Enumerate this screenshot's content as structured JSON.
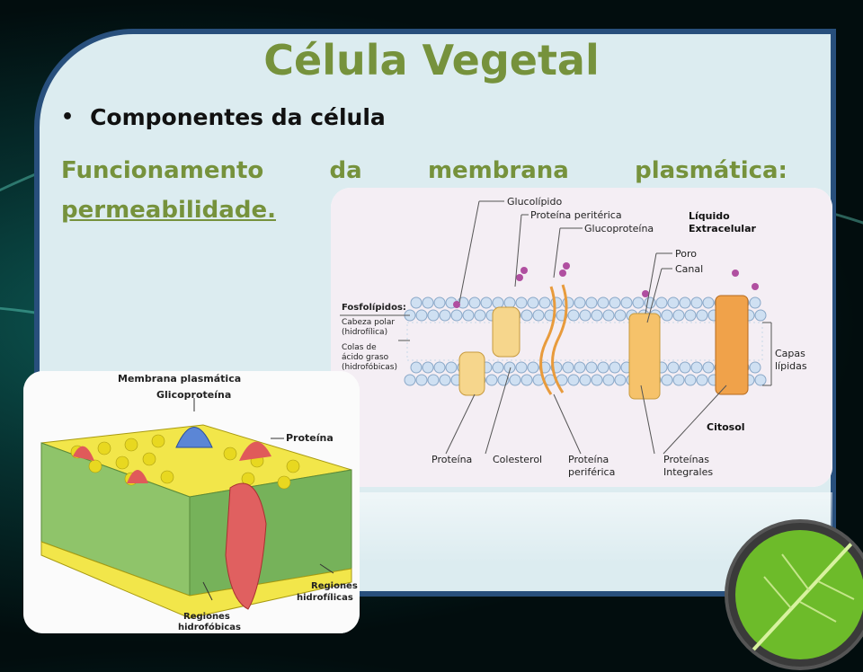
{
  "slide": {
    "title": "Célula Vegetal",
    "bullet": "Componentes da célula",
    "subtitle_words": [
      "Funcionamento",
      "da",
      "membrana",
      "plasmática:"
    ],
    "subtitle_link": "permeabilidade."
  },
  "diagram_a": {
    "glucolipido": "Glucolípido",
    "proteina_periferica_top": "Proteína peritérica",
    "glucoproteina": "Glucoproteína",
    "liquido": "Líquido",
    "extracelular": "Extracelular",
    "poro": "Poro",
    "canal": "Canal",
    "fosfolipidos": "Fosfolípidos:",
    "cabeza": "Cabeza polar",
    "hidrofilica": "(hidrofílica)",
    "colas": "Colas de",
    "acido": "ácido graso",
    "hidrofobicas": "(hidrofóbicas)",
    "capas": "Capas",
    "lipidas": "lípidas",
    "citosol": "Citosol",
    "proteina": "Proteína",
    "colesterol": "Colesterol",
    "proteina_label": "Proteína",
    "periferica": "periférica",
    "proteinas": "Proteínas",
    "integrales": "Integrales"
  },
  "diagram_b": {
    "membrana": "Membrana plasmática",
    "glicoproteina": "Glicoproteína",
    "proteina": "Proteína",
    "regiones_hidrofilicas_1": "Regiones",
    "regiones_hidrofilicas_2": "hidrofílicas",
    "regiones_hidrofobicas_1": "Regiones",
    "regiones_hidrofobicas_2": "hidrofóbicas"
  },
  "colors": {
    "title_green": "#76923c",
    "panel_border": "#284f7c",
    "panel_bg": "#dcecf0"
  }
}
